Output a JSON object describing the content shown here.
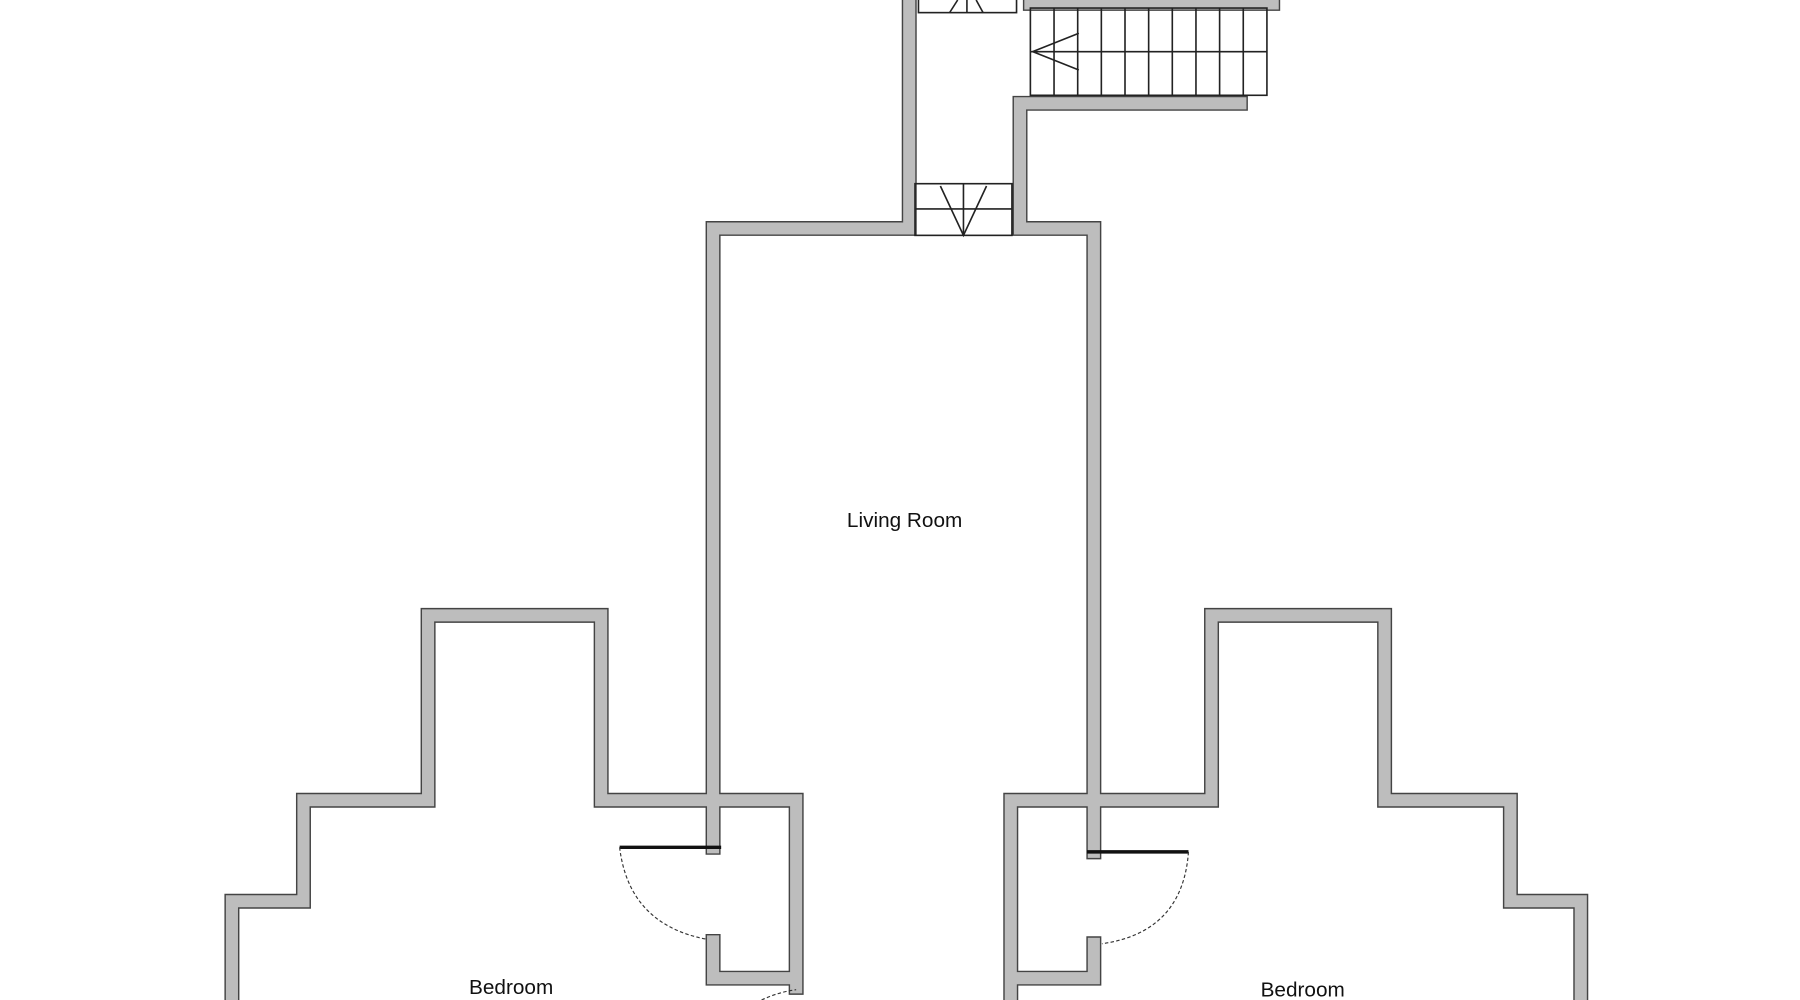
{
  "rooms": {
    "living_room": "Living Room",
    "bedroom_left": "Bedroom",
    "bedroom_right": "Bedroom"
  },
  "colors": {
    "wall_fill": "#bdbdbd",
    "wall_outline": "#444444",
    "background": "#ffffff"
  }
}
